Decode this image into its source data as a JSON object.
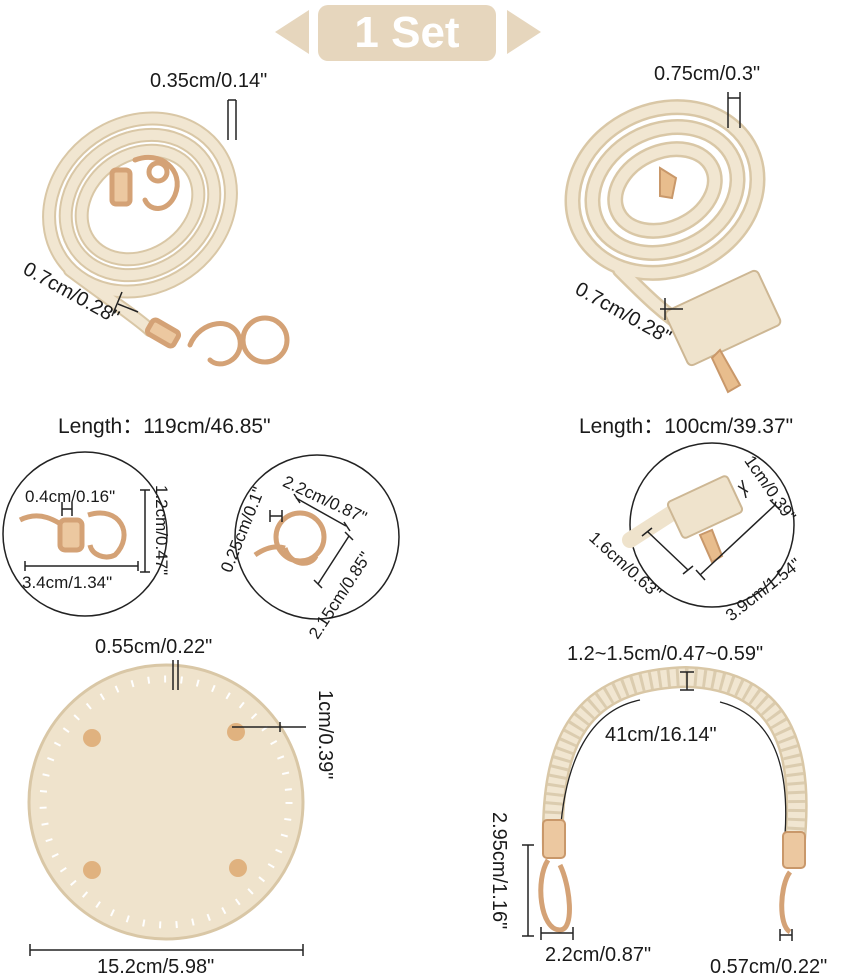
{
  "banner": {
    "text": "1 Set",
    "color": "#e6d6bd"
  },
  "colors": {
    "leather": "#efe3cc",
    "leather_edge": "#d8c6a6",
    "hardware": "#e3b78a",
    "line": "#222222"
  },
  "strap_long": {
    "thickness": "0.35cm/0.14\"",
    "width": "0.7cm/0.28\"",
    "length": "Length：119cm/46.85\""
  },
  "strap_short": {
    "thickness": "0.75cm/0.3\"",
    "width": "0.7cm/0.28\"",
    "length": "Length：100cm/39.37\""
  },
  "clasp_detail": {
    "gap": "0.4cm/0.16\"",
    "height": "1.2cm/0.47\"",
    "length": "3.4cm/1.34\""
  },
  "ring_detail": {
    "gap": "0.25cm/0.1\"",
    "outer": "2.2cm/0.87\"",
    "inner": "2.15cm/0.85\""
  },
  "tab_detail": {
    "width": "1cm/0.39\"",
    "height": "1.6cm/0.63\"",
    "length": "3.9cm/1.54\""
  },
  "bag_bottom": {
    "hole_gap": "0.55cm/0.22\"",
    "rivet_offset": "1cm/0.39\"",
    "diameter": "15.2cm/5.98\""
  },
  "handle": {
    "width": "1.2~1.5cm/0.47~0.59\"",
    "length": "41cm/16.14\"",
    "clasp_height": "2.95cm/1.16\"",
    "clasp_width": "2.2cm/0.87\"",
    "end_width": "0.57cm/0.22\""
  }
}
